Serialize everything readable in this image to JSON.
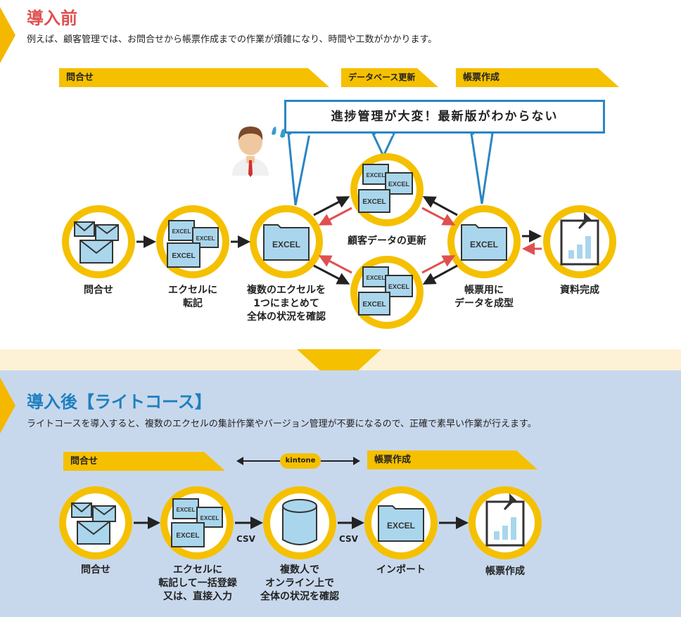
{
  "before": {
    "title": "導入前",
    "description": "例えば、顧客管理では、お問合せから帳票作成までの作業が煩雑になり、時間や工数がかかります。",
    "banners": [
      "問合せ",
      "データベース更新",
      "帳票作成"
    ],
    "callout": "進捗管理が大変！最新版がわからない",
    "nodes": {
      "inquiry": {
        "label1": "問合せ"
      },
      "excel_entry": {
        "label1": "エクセルに",
        "label2": "転記"
      },
      "combine": {
        "label1": "複数のエクセルを",
        "label2": "1つにまとめて",
        "label3": "全体の状況を確認"
      },
      "customer_update": {
        "label1": "顧客データの更新"
      },
      "format": {
        "label1": "帳票用に",
        "label2": "データを成型"
      },
      "report": {
        "label1": "資料完成"
      }
    },
    "excel_text": "EXCEL"
  },
  "after": {
    "title": "導入後【ライトコース】",
    "description": "ライトコースを導入すると、複数のエクセルの集計作業やバージョン管理が不要になるので、正確で素早い作業が行えます。",
    "banners": [
      "問合せ",
      "帳票作成"
    ],
    "kintone": "kintone",
    "csv1": "CSV",
    "csv2": "CSV",
    "nodes": {
      "inquiry": {
        "label1": "問合せ"
      },
      "excel_entry": {
        "label1": "エクセルに",
        "label2": "転記して一括登録",
        "label3": "又は、直接入力"
      },
      "database": {
        "label1": "複数人で",
        "label2": "オンライン上で",
        "label3": "全体の状況を確認"
      },
      "import": {
        "label1": "インポート"
      },
      "report": {
        "label1": "帳票作成"
      }
    },
    "excel_text": "EXCEL"
  },
  "colors": {
    "accent_yellow": "#f5c000",
    "title_before": "#e05050",
    "title_after": "#1e7fc0",
    "callout_border": "#2a86c3",
    "excel_blue": "#a9d6ec",
    "arrow_red": "#e05050"
  }
}
